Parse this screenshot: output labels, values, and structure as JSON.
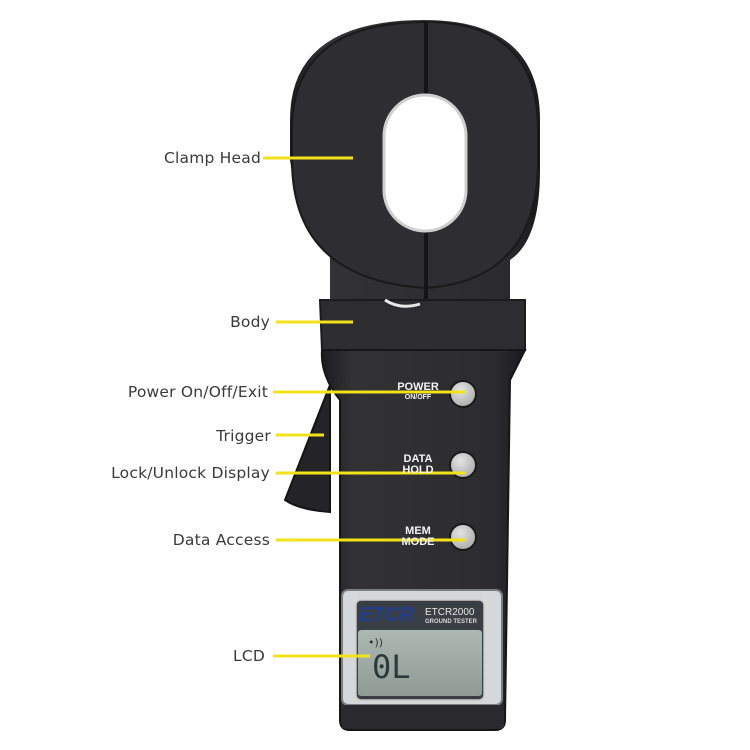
{
  "device": {
    "brand": "ETCR",
    "model": "ETCR2000",
    "subtitle": "GROUND TESTER",
    "lcd_reading": "0L",
    "signal_icon": "sound-wave-icon"
  },
  "buttons": [
    {
      "line1": "POWER",
      "line2": "ON/OFF"
    },
    {
      "line1": "DATA",
      "line2": "HOLD"
    },
    {
      "line1": "MEM",
      "line2": "MODE"
    }
  ],
  "callouts": [
    {
      "label": "Clamp Head"
    },
    {
      "label": "Body"
    },
    {
      "label": "Power On/Off/Exit"
    },
    {
      "label": "Trigger"
    },
    {
      "label": "Lock/Unlock Display"
    },
    {
      "label": "Data Access"
    },
    {
      "label": "LCD"
    }
  ],
  "colors": {
    "leader": "#f2e21a",
    "device_body": "#2b2b2d",
    "button": "#cfcfcf",
    "lcd": "#9ea9a3",
    "brand_blue": "#1f3e8f"
  }
}
